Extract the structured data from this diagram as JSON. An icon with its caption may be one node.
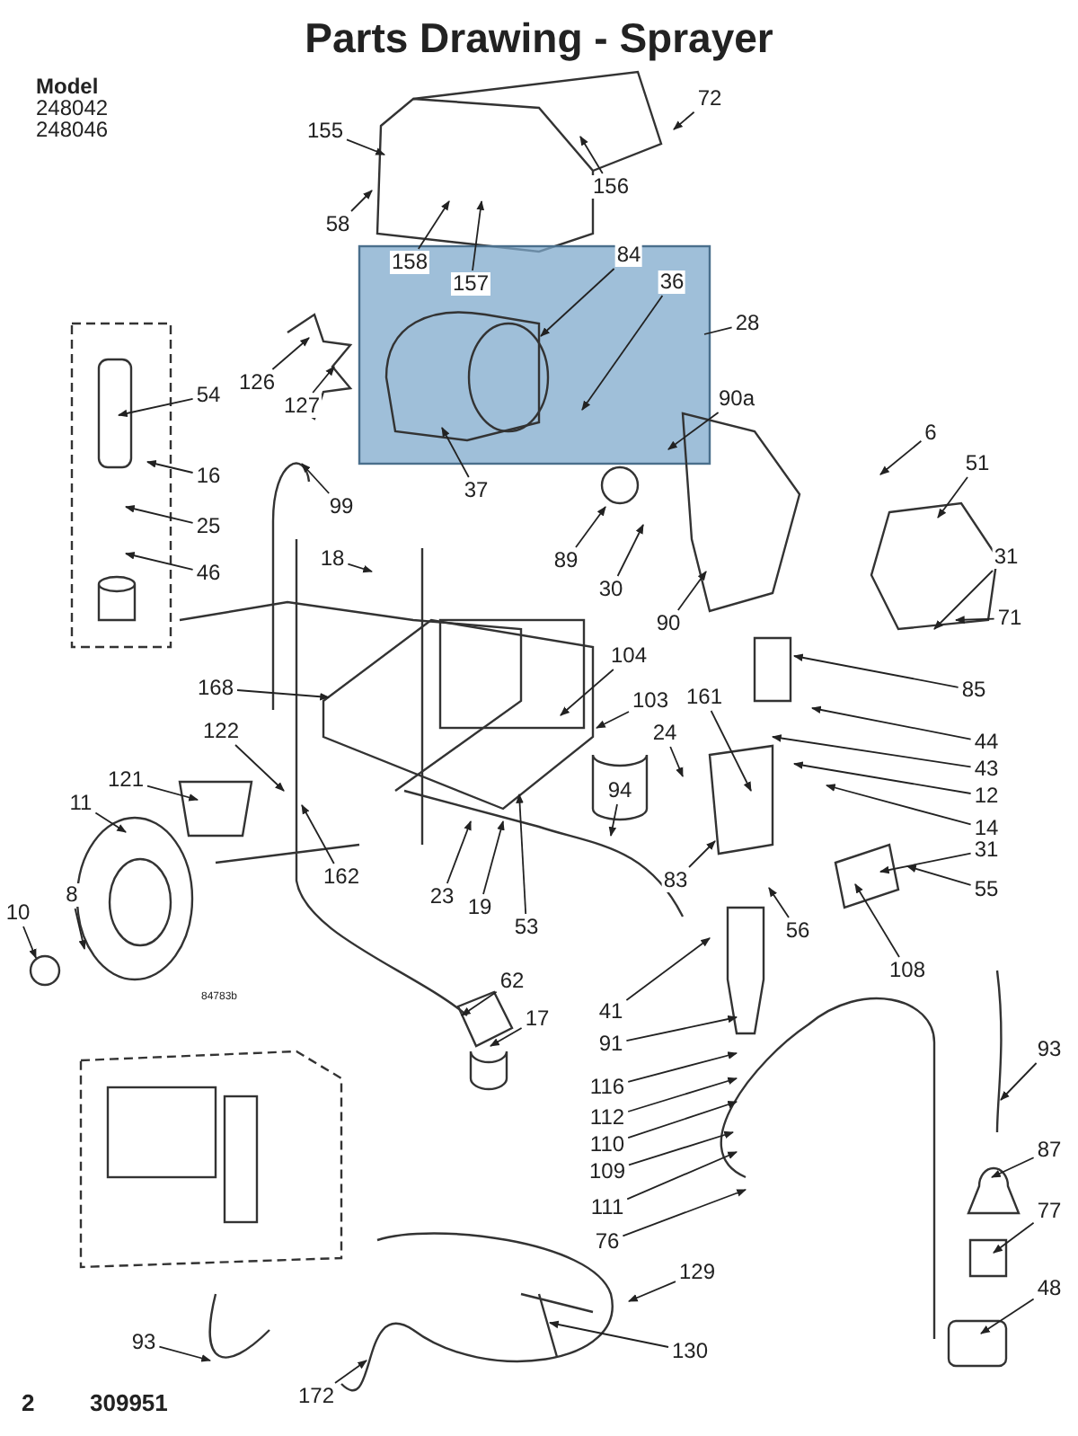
{
  "diagram": {
    "title": "Parts Drawing - Sprayer",
    "nodes": [
      {
        "text": [
          "72"
        ]
      },
      {
        "text": [
          "155"
        ]
      },
      {
        "text": [
          "156"
        ]
      },
      {
        "text": [
          "58"
        ]
      },
      {
        "text": [
          "84"
        ]
      },
      {
        "text": [
          "158"
        ]
      },
      {
        "text": [
          "157"
        ]
      },
      {
        "text": [
          "36"
        ]
      },
      {
        "text": [
          "28"
        ]
      },
      {
        "text": [
          "90a"
        ]
      },
      {
        "text": [
          "126"
        ]
      },
      {
        "text": [
          "54"
        ]
      },
      {
        "text": [
          "127"
        ]
      },
      {
        "text": [
          "6"
        ]
      },
      {
        "text": [
          "51"
        ]
      },
      {
        "text": [
          "16"
        ]
      },
      {
        "text": [
          "99"
        ]
      },
      {
        "text": [
          "37"
        ]
      },
      {
        "text": [
          "25"
        ]
      },
      {
        "text": [
          "89"
        ]
      },
      {
        "text": [
          "30"
        ]
      },
      {
        "text": [
          "31"
        ]
      },
      {
        "text": [
          "18"
        ]
      },
      {
        "text": [
          "46"
        ]
      },
      {
        "text": [
          "71"
        ]
      },
      {
        "text": [
          "90"
        ]
      },
      {
        "text": [
          "104"
        ]
      },
      {
        "text": [
          "85"
        ]
      },
      {
        "text": [
          "168"
        ]
      },
      {
        "text": [
          "103"
        ]
      },
      {
        "text": [
          "161"
        ]
      },
      {
        "text": [
          "24"
        ]
      },
      {
        "text": [
          "122"
        ]
      },
      {
        "text": [
          "44"
        ]
      },
      {
        "text": [
          "43"
        ]
      },
      {
        "text": [
          "121"
        ]
      },
      {
        "text": [
          "12"
        ]
      },
      {
        "text": [
          "94"
        ]
      },
      {
        "text": [
          "11"
        ]
      },
      {
        "text": [
          "14"
        ]
      },
      {
        "text": [
          "31"
        ]
      },
      {
        "text": [
          "83"
        ]
      },
      {
        "text": [
          "55"
        ]
      },
      {
        "text": [
          "162"
        ]
      },
      {
        "text": [
          "23"
        ]
      },
      {
        "text": [
          "19"
        ]
      },
      {
        "text": [
          "8"
        ]
      },
      {
        "text": [
          "56"
        ]
      },
      {
        "text": [
          "53"
        ]
      },
      {
        "text": [
          "10"
        ]
      },
      {
        "text": [
          "108"
        ]
      },
      {
        "text": [
          "62"
        ]
      },
      {
        "text": [
          "41"
        ]
      },
      {
        "text": [
          "17"
        ]
      },
      {
        "text": [
          "91"
        ]
      },
      {
        "text": [
          "93"
        ]
      },
      {
        "text": [
          "116"
        ]
      },
      {
        "text": [
          "112"
        ]
      },
      {
        "text": [
          "110"
        ]
      },
      {
        "text": [
          "87"
        ]
      },
      {
        "text": [
          "109"
        ]
      },
      {
        "text": [
          "111"
        ]
      },
      {
        "text": [
          "77"
        ]
      },
      {
        "text": [
          "76"
        ]
      },
      {
        "text": [
          "129"
        ]
      },
      {
        "text": [
          "48"
        ]
      },
      {
        "text": [
          "93"
        ]
      },
      {
        "text": [
          "130"
        ]
      },
      {
        "text": [
          "172"
        ]
      }
    ],
    "edges": [
      {
        "from": 0,
        "to": null,
        "arrow": "to"
      },
      {
        "from": 1,
        "to": null,
        "arrow": "to"
      },
      {
        "from": 2,
        "to": null,
        "arrow": "to"
      },
      {
        "from": 3,
        "to": null,
        "arrow": "to"
      },
      {
        "from": 4,
        "to": null,
        "arrow": "to"
      },
      {
        "from": 5,
        "to": null,
        "arrow": "to"
      },
      {
        "from": 6,
        "to": null,
        "arrow": "to"
      },
      {
        "from": 7,
        "to": null,
        "arrow": "to"
      },
      {
        "from": 8,
        "to": null,
        "arrow": "none"
      },
      {
        "from": 9,
        "to": null,
        "arrow": "to"
      },
      {
        "from": 10,
        "to": null,
        "arrow": "to"
      },
      {
        "from": 11,
        "to": null,
        "arrow": "to"
      },
      {
        "from": 12,
        "to": null,
        "arrow": "to"
      },
      {
        "from": 13,
        "to": null,
        "arrow": "to"
      },
      {
        "from": 14,
        "to": null,
        "arrow": "to"
      },
      {
        "from": 15,
        "to": null,
        "arrow": "to"
      },
      {
        "from": 16,
        "to": null,
        "arrow": "to"
      },
      {
        "from": 17,
        "to": null,
        "arrow": "to"
      },
      {
        "from": 18,
        "to": null,
        "arrow": "to"
      },
      {
        "from": 19,
        "to": null,
        "arrow": "to"
      },
      {
        "from": 20,
        "to": null,
        "arrow": "to"
      },
      {
        "from": 21,
        "to": null,
        "arrow": "to"
      },
      {
        "from": 22,
        "to": null,
        "arrow": "to"
      },
      {
        "from": 23,
        "to": null,
        "arrow": "to"
      },
      {
        "from": 24,
        "to": null,
        "arrow": "to"
      },
      {
        "from": 25,
        "to": null,
        "arrow": "to"
      },
      {
        "from": 26,
        "to": null,
        "arrow": "to"
      },
      {
        "from": 27,
        "to": null,
        "arrow": "to"
      },
      {
        "from": 28,
        "to": null,
        "arrow": "to"
      },
      {
        "from": 29,
        "to": null,
        "arrow": "to"
      },
      {
        "from": 30,
        "to": null,
        "arrow": "to"
      },
      {
        "from": 31,
        "to": null,
        "arrow": "to"
      },
      {
        "from": 32,
        "to": null,
        "arrow": "to"
      },
      {
        "from": 33,
        "to": null,
        "arrow": "to"
      },
      {
        "from": 34,
        "to": null,
        "arrow": "to"
      },
      {
        "from": 35,
        "to": null,
        "arrow": "to"
      },
      {
        "from": 36,
        "to": null,
        "arrow": "to"
      },
      {
        "from": 37,
        "to": null,
        "arrow": "to"
      },
      {
        "from": 38,
        "to": null,
        "arrow": "to"
      },
      {
        "from": 39,
        "to": null,
        "arrow": "to"
      },
      {
        "from": 40,
        "to": null,
        "arrow": "to"
      },
      {
        "from": 41,
        "to": null,
        "arrow": "to"
      },
      {
        "from": 42,
        "to": null,
        "arrow": "to"
      },
      {
        "from": 43,
        "to": null,
        "arrow": "to"
      },
      {
        "from": 44,
        "to": null,
        "arrow": "to"
      },
      {
        "from": 45,
        "to": null,
        "arrow": "to"
      },
      {
        "from": 46,
        "to": null,
        "arrow": "to"
      },
      {
        "from": 47,
        "to": null,
        "arrow": "to"
      },
      {
        "from": 48,
        "to": null,
        "arrow": "to"
      },
      {
        "from": 49,
        "to": null,
        "arrow": "to"
      },
      {
        "from": 50,
        "to": null,
        "arrow": "to"
      },
      {
        "from": 51,
        "to": null,
        "arrow": "to"
      },
      {
        "from": 52,
        "to": null,
        "arrow": "to"
      },
      {
        "from": 53,
        "to": null,
        "arrow": "to"
      },
      {
        "from": 54,
        "to": null,
        "arrow": "to"
      },
      {
        "from": 55,
        "to": null,
        "arrow": "to"
      },
      {
        "from": 56,
        "to": null,
        "arrow": "to"
      },
      {
        "from": 57,
        "to": null,
        "arrow": "to"
      },
      {
        "from": 58,
        "to": null,
        "arrow": "to"
      },
      {
        "from": 59,
        "to": null,
        "arrow": "to"
      },
      {
        "from": 60,
        "to": null,
        "arrow": "to"
      },
      {
        "from": 61,
        "to": null,
        "arrow": "to"
      },
      {
        "from": 62,
        "to": null,
        "arrow": "to"
      },
      {
        "from": 63,
        "to": null,
        "arrow": "to"
      },
      {
        "from": 64,
        "to": null,
        "arrow": "to"
      },
      {
        "from": 65,
        "to": null,
        "arrow": "to"
      },
      {
        "from": 66,
        "to": null,
        "arrow": "to"
      },
      {
        "from": 67,
        "to": null,
        "arrow": "to"
      },
      {
        "from": 68,
        "to": null,
        "arrow": "to"
      }
    ],
    "labels": [
      "Model",
      "248042",
      "248046",
      "84783b",
      "2",
      "309951"
    ]
  }
}
